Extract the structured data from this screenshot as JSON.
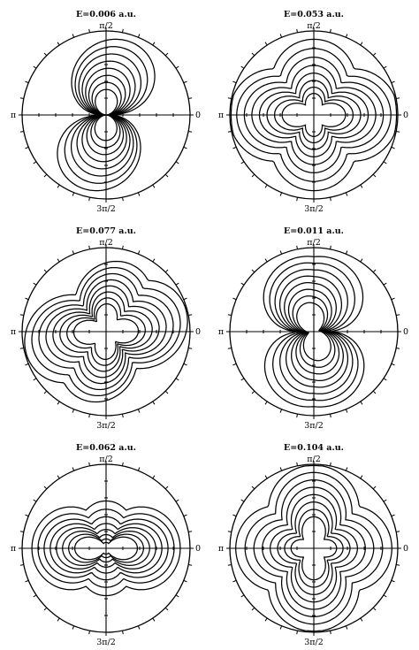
{
  "panels": [
    {
      "title": "E=0.006 a.u.",
      "label_top": "π/2",
      "label_bottom": "3π/2",
      "label_left": "π",
      "label_right": "0",
      "pattern": "dumbbell-vertical"
    },
    {
      "title": "E=0.053 a.u.",
      "label_top": "π/2",
      "label_bottom": "3π/2",
      "label_left": "π",
      "label_right": "0",
      "pattern": "cross-horizontal"
    },
    {
      "title": "E=0.077 a.u.",
      "label_top": "π/2",
      "label_bottom": "3π/2",
      "label_left": "π",
      "label_right": "0",
      "pattern": "cross-rotated"
    },
    {
      "title": "E=0.011 a.u.",
      "label_top": "π/2",
      "label_bottom": "3π/2",
      "label_left": "π",
      "label_right": "0",
      "pattern": "dumbbell-skewed"
    },
    {
      "title": "E=0.062 a.u.",
      "label_top": "π/2",
      "label_bottom": "3π/2",
      "label_left": "π",
      "label_right": "0",
      "pattern": "horizontal-lobes"
    },
    {
      "title": "E=0.104 a.u.",
      "label_top": "π/2",
      "label_bottom": "3π/2",
      "label_left": "π",
      "label_right": "0",
      "pattern": "cross-vertical"
    }
  ]
}
